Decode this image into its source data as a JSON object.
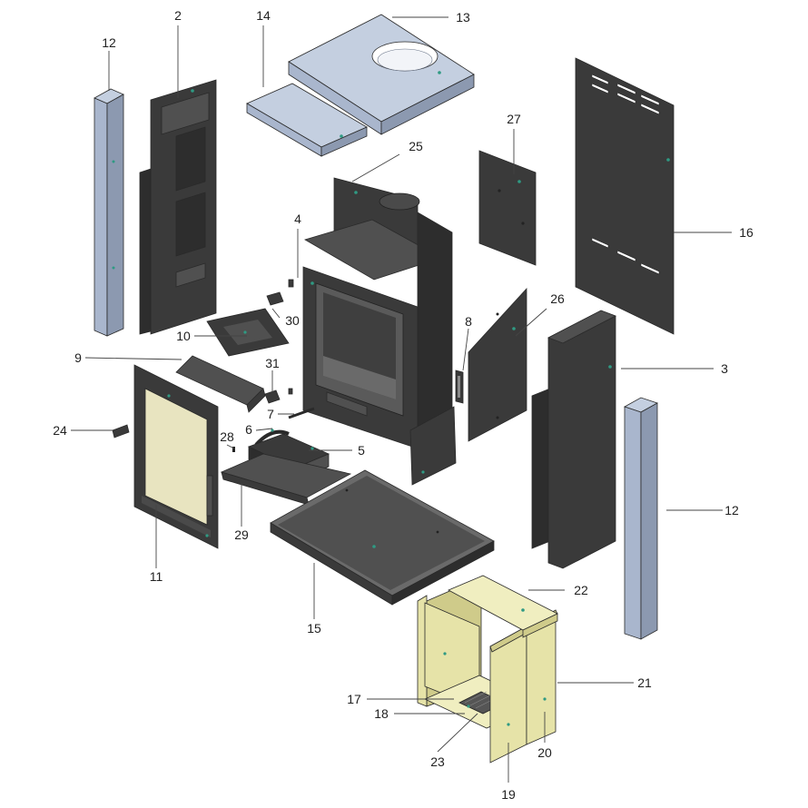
{
  "diagram": {
    "parts": {
      "p2": "2",
      "p3": "3",
      "p4": "4",
      "p5": "5",
      "p6": "6",
      "p7": "7",
      "p8": "8",
      "p9": "9",
      "p10": "10",
      "p11": "11",
      "p12a": "12",
      "p12b": "12",
      "p13": "13",
      "p14": "14",
      "p15": "15",
      "p16": "16",
      "p17": "17",
      "p18": "18",
      "p19": "19",
      "p20": "20",
      "p21": "21",
      "p22": "22",
      "p23": "23",
      "p24": "24",
      "p25": "25",
      "p26": "26",
      "p27": "27",
      "p28": "28",
      "p29": "29",
      "p30": "30",
      "p31": "31"
    },
    "colors": {
      "panel_dark": "#3a3a3a",
      "panel_blue": "#a9b6cd",
      "panel_yellow": "#e6e3a8",
      "marker_teal": "#2f9a83"
    }
  }
}
